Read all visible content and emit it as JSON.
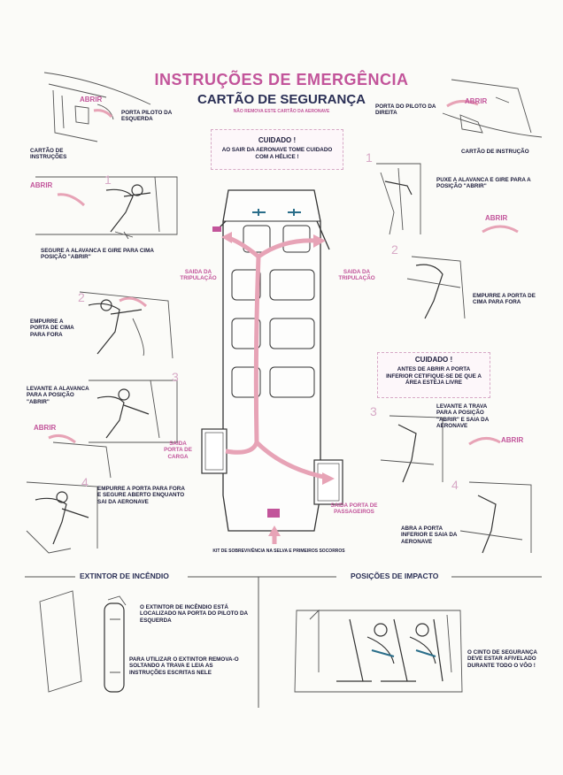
{
  "header": {
    "title": "INSTRUÇÕES DE EMERGÊNCIA",
    "subtitle": "CARTÃO DE SEGURANÇA",
    "note": "NÃO REMOVA ESTE CARTÃO DA AERONAVE"
  },
  "caution_top": {
    "title": "CUIDADO !",
    "text": "AO SAIR DA AERONAVE TOME CUIDADO COM A HÉLICE !"
  },
  "left_door": {
    "open": "ABRIR",
    "door_label": "PORTA PILOTO DA ESQUERDA",
    "card_label": "CARTÃO DE INSTRUÇÕES"
  },
  "right_door": {
    "open": "ABRIR",
    "door_label": "PORTA DO PILOTO DA DIREITA",
    "card_label": "CARTÃO DE INSTRUÇÃO"
  },
  "left_steps": {
    "open1": "ABRIR",
    "step1_num": "1",
    "step1": "SEGURE A ALAVANCA E GIRE PARA CIMA POSIÇÃO \"ABRIR\"",
    "step2_num": "2",
    "step2": "EMPURRE A PORTA DE CIMA PARA FORA",
    "step3_num": "3",
    "step3": "LEVANTE A ALAVANCA PARA A POSIÇÃO \"ABRIR\"",
    "open2": "ABRIR",
    "step4_num": "4",
    "step4": "EMPURRE A PORTA PARA FORA E SEGURE ABERTO ENQUANTO SAI DA AERONAVE"
  },
  "right_steps": {
    "step1_num": "1",
    "step1": "PUXE A ALAVANCA E GIRE PARA A POSIÇÃO \"ABRIR\"",
    "open1": "ABRIR",
    "step2_num": "2",
    "step2": "EMPURRE A PORTA DE CIMA PARA FORA",
    "caution_title": "CUIDADO !",
    "caution_text": "ANTES DE ABRIR A PORTA INFERIOR CETIFIQUE-SE DE QUE A ÁREA ESTEJA LIVRE",
    "step3_num": "3",
    "step3": "LEVANTE A TRAVA PARA A POSIÇÃO \"ABRIR\" E SAIA DA AERONAVE",
    "open2": "ABRIR",
    "step4_num": "4",
    "step4": "ABRA A PORTA INFERIOR E SAIA DA AERONAVE"
  },
  "aircraft": {
    "crew_exit_left": "SAIDA DA TRIPULAÇÃO",
    "crew_exit_right": "SAIDA DA TRIPULAÇÃO",
    "cargo_exit": "SAIDA PORTA DE CARGA",
    "passenger_exit": "SAIDA PORTA DE PASSAGEIROS",
    "survival_kit": "KIT DE SOBREVIVÊNCIA NA SELVA E PRIMEIROS SOCORROS"
  },
  "extinguisher": {
    "heading": "EXTINTOR DE INCÊNDIO",
    "text1": "O EXTINTOR DE INCÊNDIO ESTÁ LOCALIZADO NA PORTA DO PILOTO DA ESQUERDA",
    "text2": "PARA UTILIZAR O EXTINTOR REMOVA-O SOLTANDO A TRAVA E LEIA AS INSTRUÇÕES ESCRITAS NELE"
  },
  "impact": {
    "heading": "POSIÇÕES DE IMPACTO",
    "text": "O CINTO DE SEGURANÇA DEVE ESTAR AFIVELADO DURANTE TODO O VÔO !"
  },
  "colors": {
    "accent": "#c2549a",
    "navy": "#2a2f55",
    "arrow": "#e7a3b6"
  }
}
